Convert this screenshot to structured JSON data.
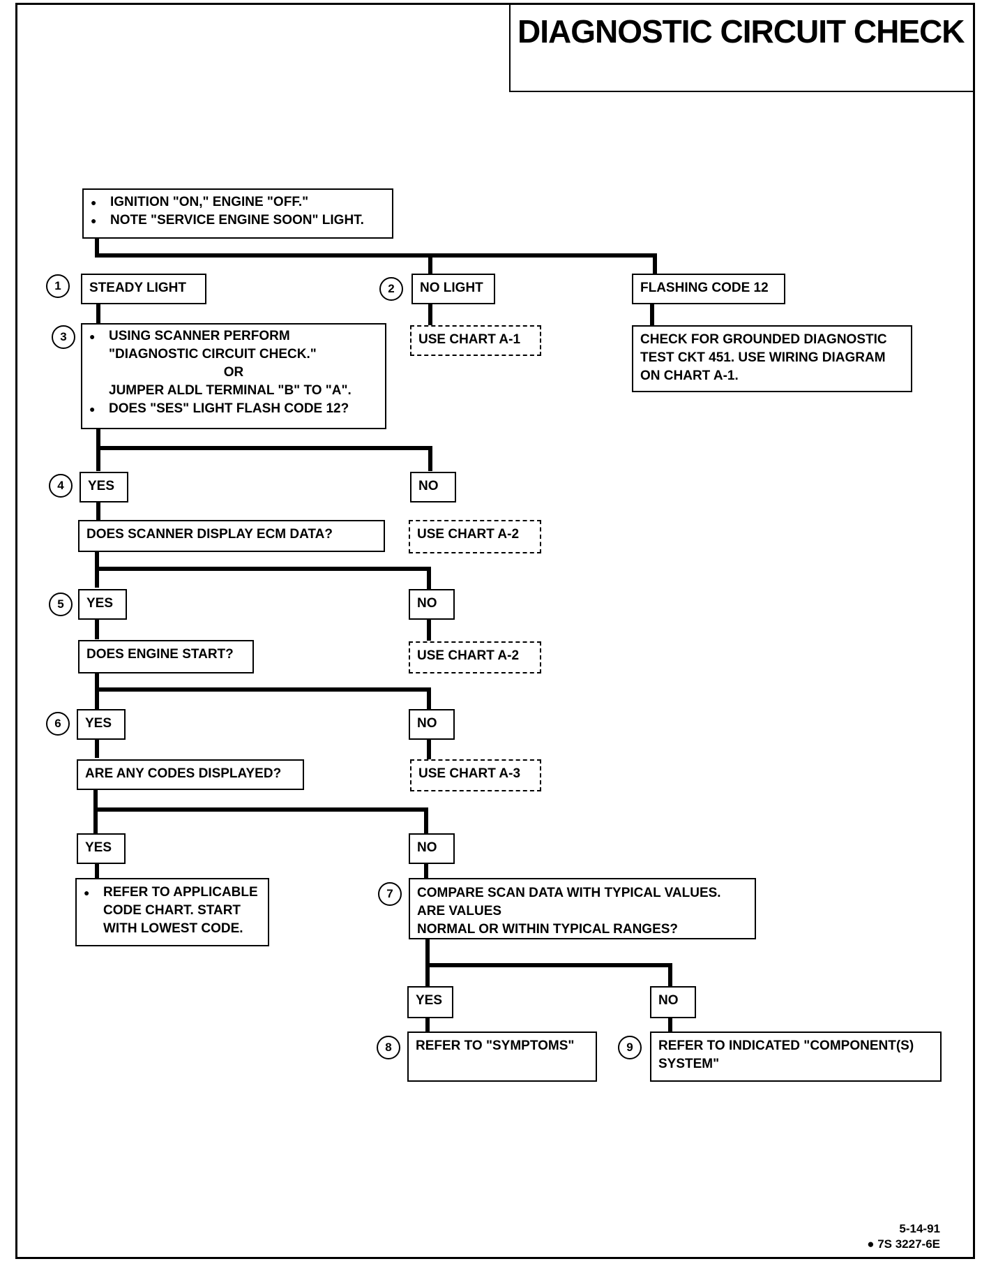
{
  "title": "DIAGNOSTIC CIRCUIT CHECK",
  "start": {
    "line1": "IGNITION \"ON,\" ENGINE \"OFF.\"",
    "line2": "NOTE \"SERVICE ENGINE SOON\" LIGHT."
  },
  "steps": {
    "s1": "1",
    "s2": "2",
    "s3": "3",
    "s4": "4",
    "s5": "5",
    "s6": "6",
    "s7": "7",
    "s8": "8",
    "s9": "9"
  },
  "branch1": {
    "steady": "STEADY LIGHT",
    "no_light": "NO LIGHT",
    "flashing": "FLASHING CODE 12",
    "use_a1": "USE CHART A-1",
    "grounded_1": "CHECK FOR GROUNDED DIAGNOSTIC",
    "grounded_2": "TEST CKT 451.  USE WIRING DIAGRAM",
    "grounded_3": "ON CHART A-1."
  },
  "scanner": {
    "line1": "USING  SCANNER  PERFORM",
    "line2": "\"DIAGNOSTIC CIRCUIT CHECK.\"",
    "line3": "OR",
    "line4": "JUMPER ALDL TERMINAL \"B\" TO \"A\".",
    "line5": "DOES \"SES\" LIGHT FLASH CODE 12?"
  },
  "q4": {
    "yes": "YES",
    "no": "NO",
    "question": "DOES SCANNER  DISPLAY ECM DATA?",
    "use": "USE CHART A-2"
  },
  "q5": {
    "yes": "YES",
    "no": "NO",
    "question": "DOES ENGINE START?",
    "use": "USE CHART A-2"
  },
  "q6": {
    "yes": "YES",
    "no": "NO",
    "question": "ARE ANY CODES DISPLAYED?",
    "use": "USE CHART A-3"
  },
  "q_codes": {
    "yes": "YES",
    "no": "NO",
    "refer_1": "REFER TO APPLICABLE",
    "refer_2": "CODE CHART.  START",
    "refer_3": "WITH LOWEST CODE."
  },
  "compare": {
    "line1": "COMPARE SCAN DATA WITH TYPICAL VALUES.",
    "line2": "ARE VALUES",
    "line3": "NORMAL OR WITHIN TYPICAL RANGES?"
  },
  "final": {
    "yes": "YES",
    "no": "NO",
    "symptoms": "REFER TO \"SYMPTOMS\"",
    "component_1": "REFER TO INDICATED \"COMPONENT(S)",
    "component_2": "SYSTEM\""
  },
  "footer": {
    "date": "5-14-91",
    "code": "7S 3227-6E"
  }
}
